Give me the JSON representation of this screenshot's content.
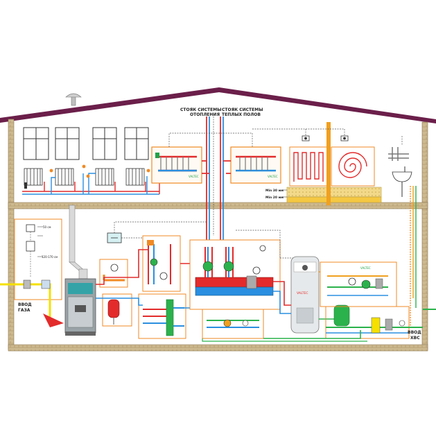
{
  "labels": {
    "riser_heating_line1": "СТОЯК СИСТЕМЫ",
    "riser_heating_line2": "ОТОПЛЕНИЯ",
    "riser_floor_line1": "СТОЯК СИСТЕМЫ",
    "riser_floor_line2": "ТЕПЛЫХ ПОЛОВ",
    "screed_min30": "Min 30 мм",
    "screed_min20": "Min 20 мм",
    "dim_50": "50 см",
    "dim_120_170": "120-170 см",
    "gas_inlet_line1": "ВВОД",
    "gas_inlet_line2": "ГАЗА",
    "water_inlet_line1": "ВВОД",
    "water_inlet_line2": "ХВС",
    "brand": "VALTEC"
  },
  "colors": {
    "roof": "#6b1f4a",
    "wall": "#c8b48a",
    "supply_pipe": "#e32b2b",
    "return_pipe": "#2a8fe0",
    "dhw_pipe": "#f0a020",
    "cold_water_pipe": "#2bb24c",
    "gas_pipe": "#f5e000",
    "control_wire": "#555555",
    "equipment_frame": "#f08a24",
    "brand_green": "#1fa34a"
  }
}
